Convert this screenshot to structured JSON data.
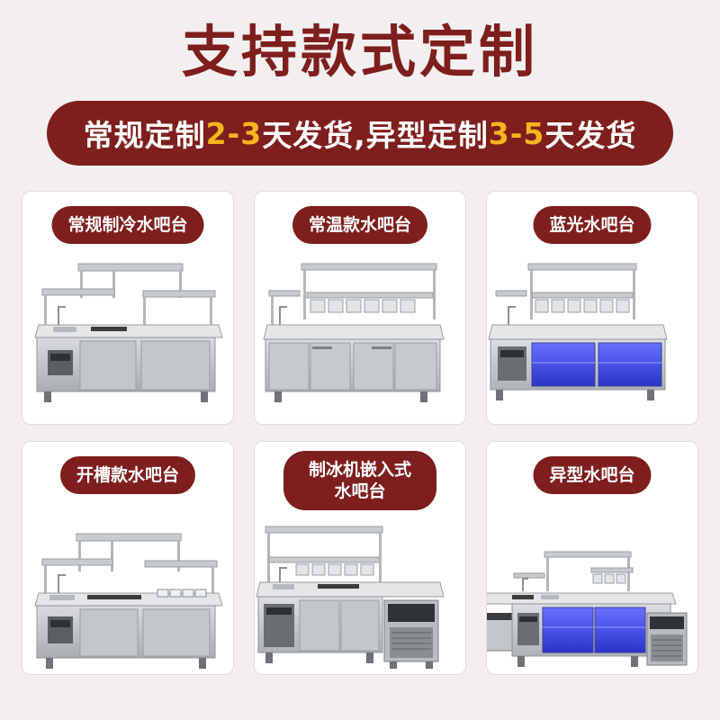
{
  "title": "支持款式定制",
  "banner": {
    "part1": "常规定制",
    "days1": "2-3",
    "part2": "天发货,异型定制",
    "days2": "3-5",
    "part3": "天发货"
  },
  "colors": {
    "brand": "#7e1f1d",
    "highlight": "#f5b51e",
    "blue_light": "#4a56ff"
  },
  "cards": [
    {
      "label": "常规制冷水吧台"
    },
    {
      "label": "常温款水吧台"
    },
    {
      "label": "蓝光水吧台"
    },
    {
      "label": "开槽款水吧台"
    },
    {
      "label_line1": "制冰机嵌入式",
      "label_line2": "水吧台"
    },
    {
      "label": "异型水吧台"
    }
  ]
}
